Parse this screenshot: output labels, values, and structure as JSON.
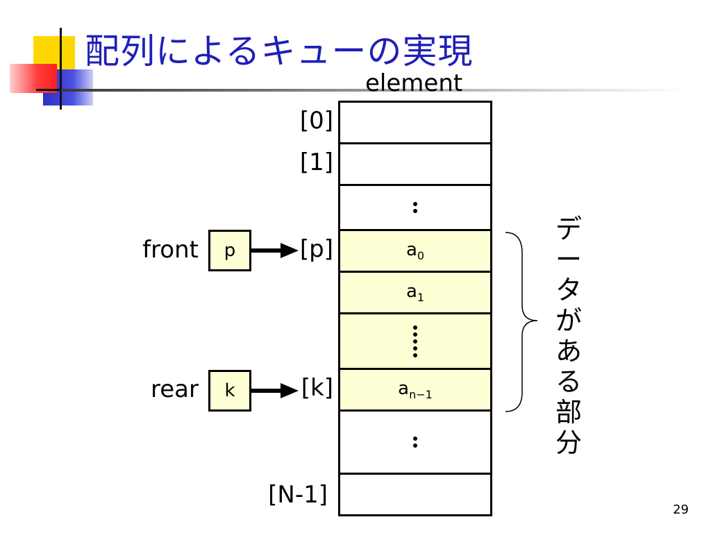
{
  "slide": {
    "title": "配列によるキューの実現",
    "page_number": "29"
  },
  "array": {
    "header": "element",
    "index_labels": {
      "first": "[0]",
      "second": "[1]",
      "front": "[p]",
      "rear": "[k]",
      "last": "[N-1]"
    },
    "elements": {
      "a0": {
        "base": "a",
        "sub": "0"
      },
      "a1": {
        "base": "a",
        "sub": "1"
      },
      "an1": {
        "base": "a",
        "sub": "n−1"
      }
    }
  },
  "pointers": {
    "front": {
      "name": "front",
      "value": "p"
    },
    "rear": {
      "name": "rear",
      "value": "k"
    }
  },
  "annotation": {
    "chars": [
      "デ",
      "ー",
      "タ",
      "が",
      "あ",
      "る",
      "部",
      "分"
    ]
  },
  "colors": {
    "title": "#1f1fb8",
    "data_cell_fill": "#ffffd6",
    "pointer_box_fill": "#ffffd6"
  }
}
